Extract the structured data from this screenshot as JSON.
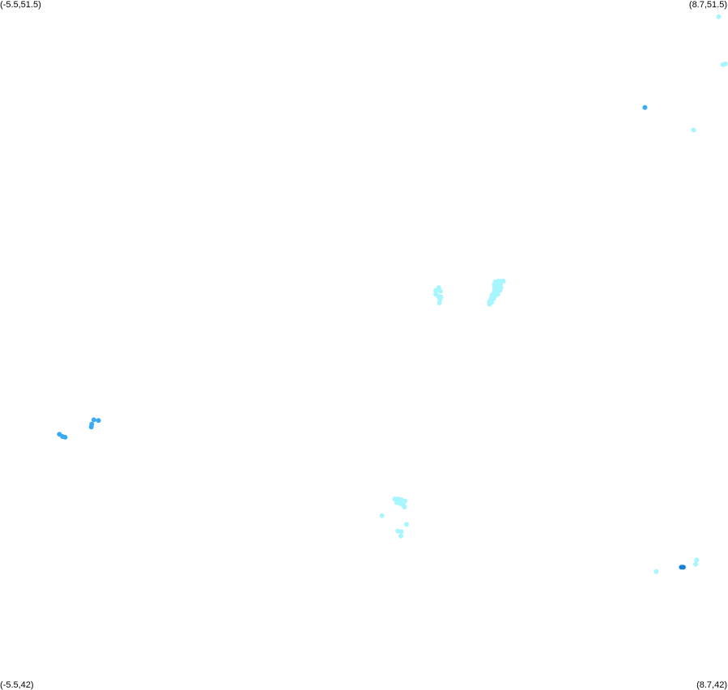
{
  "map": {
    "corners": {
      "top_left": "(-5.5,51.5)",
      "top_right": "(8.7,51.5)",
      "bottom_left": "(-5.5,42)",
      "bottom_right": "(8.7,42)"
    },
    "extent": {
      "lon_min": -5.5,
      "lon_max": 8.7,
      "lat_min": 42,
      "lat_max": 51.5
    },
    "colors": {
      "light": "#a6f5ff",
      "medium": "#3aabf2",
      "dark": "#1a7fd6"
    },
    "points": [
      {
        "lon": 8.52,
        "lat": 51.27,
        "color": "light"
      },
      {
        "lon": 8.6,
        "lat": 50.61,
        "color": "light"
      },
      {
        "lon": 8.65,
        "lat": 50.62,
        "color": "light"
      },
      {
        "lon": 7.08,
        "lat": 50.02,
        "color": "medium"
      },
      {
        "lon": 8.03,
        "lat": 49.71,
        "color": "light"
      },
      {
        "lon": 3.0,
        "lat": 47.5,
        "color": "light"
      },
      {
        "lon": 3.06,
        "lat": 47.54,
        "color": "light"
      },
      {
        "lon": 3.09,
        "lat": 47.49,
        "color": "light"
      },
      {
        "lon": 3.0,
        "lat": 47.45,
        "color": "light"
      },
      {
        "lon": 3.05,
        "lat": 47.42,
        "color": "light"
      },
      {
        "lon": 3.1,
        "lat": 47.41,
        "color": "light"
      },
      {
        "lon": 3.08,
        "lat": 47.38,
        "color": "light"
      },
      {
        "lon": 3.07,
        "lat": 47.33,
        "color": "light"
      },
      {
        "lon": 4.16,
        "lat": 47.62,
        "color": "light"
      },
      {
        "lon": 4.22,
        "lat": 47.63,
        "color": "light"
      },
      {
        "lon": 4.28,
        "lat": 47.63,
        "color": "light"
      },
      {
        "lon": 4.32,
        "lat": 47.63,
        "color": "light"
      },
      {
        "lon": 4.14,
        "lat": 47.58,
        "color": "light"
      },
      {
        "lon": 4.2,
        "lat": 47.58,
        "color": "light"
      },
      {
        "lon": 4.26,
        "lat": 47.58,
        "color": "light"
      },
      {
        "lon": 4.15,
        "lat": 47.53,
        "color": "light"
      },
      {
        "lon": 4.21,
        "lat": 47.53,
        "color": "light"
      },
      {
        "lon": 4.27,
        "lat": 47.54,
        "color": "light"
      },
      {
        "lon": 4.14,
        "lat": 47.48,
        "color": "light"
      },
      {
        "lon": 4.2,
        "lat": 47.48,
        "color": "light"
      },
      {
        "lon": 4.25,
        "lat": 47.5,
        "color": "light"
      },
      {
        "lon": 4.1,
        "lat": 47.44,
        "color": "light"
      },
      {
        "lon": 4.16,
        "lat": 47.43,
        "color": "light"
      },
      {
        "lon": 4.21,
        "lat": 47.45,
        "color": "light"
      },
      {
        "lon": 4.08,
        "lat": 47.39,
        "color": "light"
      },
      {
        "lon": 4.13,
        "lat": 47.39,
        "color": "light"
      },
      {
        "lon": 4.05,
        "lat": 47.35,
        "color": "light"
      },
      {
        "lon": 4.09,
        "lat": 47.34,
        "color": "light"
      },
      {
        "lon": 4.05,
        "lat": 47.31,
        "color": "light"
      },
      {
        "lon": -3.67,
        "lat": 45.72,
        "color": "medium"
      },
      {
        "lon": -3.58,
        "lat": 45.71,
        "color": "medium"
      },
      {
        "lon": -3.71,
        "lat": 45.66,
        "color": "medium"
      },
      {
        "lon": -3.72,
        "lat": 45.62,
        "color": "medium"
      },
      {
        "lon": -4.34,
        "lat": 45.52,
        "color": "medium"
      },
      {
        "lon": -4.28,
        "lat": 45.49,
        "color": "medium"
      },
      {
        "lon": -4.23,
        "lat": 45.48,
        "color": "medium"
      },
      {
        "lon": 2.2,
        "lat": 44.63,
        "color": "light"
      },
      {
        "lon": 2.26,
        "lat": 44.63,
        "color": "light"
      },
      {
        "lon": 2.33,
        "lat": 44.62,
        "color": "light"
      },
      {
        "lon": 2.24,
        "lat": 44.58,
        "color": "light"
      },
      {
        "lon": 2.3,
        "lat": 44.57,
        "color": "light"
      },
      {
        "lon": 2.36,
        "lat": 44.55,
        "color": "light"
      },
      {
        "lon": 2.4,
        "lat": 44.6,
        "color": "light"
      },
      {
        "lon": 2.39,
        "lat": 44.52,
        "color": "light"
      },
      {
        "lon": 1.95,
        "lat": 44.4,
        "color": "light"
      },
      {
        "lon": 2.43,
        "lat": 44.28,
        "color": "light"
      },
      {
        "lon": 2.26,
        "lat": 44.19,
        "color": "light"
      },
      {
        "lon": 2.33,
        "lat": 44.18,
        "color": "light"
      },
      {
        "lon": 2.32,
        "lat": 44.12,
        "color": "light"
      },
      {
        "lon": 8.09,
        "lat": 43.79,
        "color": "light"
      },
      {
        "lon": 8.07,
        "lat": 43.73,
        "color": "light"
      },
      {
        "lon": 7.79,
        "lat": 43.69,
        "color": "dark"
      },
      {
        "lon": 7.83,
        "lat": 43.69,
        "color": "dark"
      },
      {
        "lon": 7.3,
        "lat": 43.63,
        "color": "light"
      }
    ]
  }
}
